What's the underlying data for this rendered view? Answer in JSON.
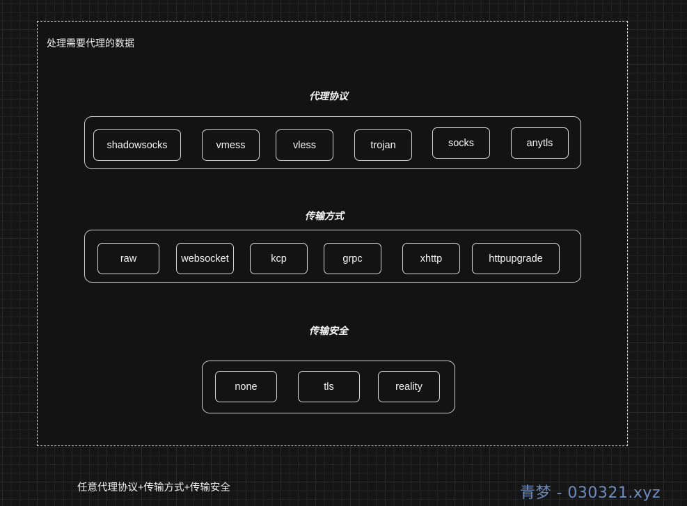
{
  "frame": {
    "title": "处理需要代理的数据"
  },
  "sections": {
    "protocols": {
      "heading": "代理协议",
      "items": [
        "shadowsocks",
        "vmess",
        "vless",
        "trojan",
        "socks",
        "anytls"
      ]
    },
    "transports": {
      "heading": "传输方式",
      "items": [
        "raw",
        "websocket",
        "kcp",
        "grpc",
        "xhttp",
        "httpupgrade"
      ]
    },
    "security": {
      "heading": "传输安全",
      "items": [
        "none",
        "tls",
        "reality"
      ]
    }
  },
  "caption": "任意代理协议+传输方式+传输安全",
  "watermark": "青梦 - 030321.xyz",
  "colors": {
    "background": "#151515",
    "frame_bg": "#131313",
    "border": "#d6d6d6",
    "watermark": "#6c8cbf"
  }
}
